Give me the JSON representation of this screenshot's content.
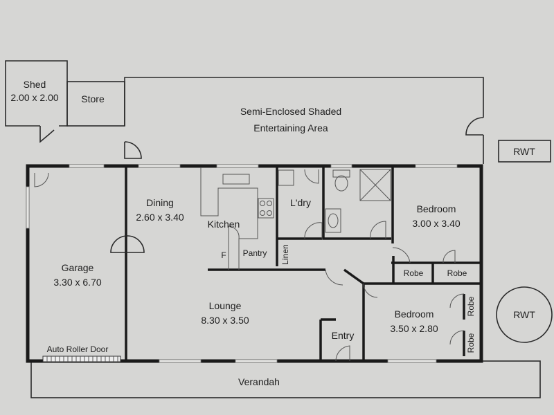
{
  "rooms": {
    "shed": {
      "name": "Shed",
      "size": "2.00 x 2.00"
    },
    "store": {
      "name": "Store"
    },
    "entertaining": {
      "line1": "Semi-Enclosed Shaded",
      "line2": "Entertaining Area"
    },
    "rwt_tank_rect": {
      "name": "RWT"
    },
    "rwt_tank_round": {
      "name": "RWT"
    },
    "garage": {
      "name": "Garage",
      "size": "3.30 x 6.70"
    },
    "auto_roller_door": {
      "name": "Auto Roller Door"
    },
    "dining": {
      "name": "Dining",
      "size": "2.60 x 3.40"
    },
    "kitchen": {
      "name": "Kitchen"
    },
    "fridge": {
      "name": "F"
    },
    "pantry": {
      "name": "Pantry"
    },
    "laundry": {
      "name": "L'dry"
    },
    "linen": {
      "name": "Linen"
    },
    "bedroom1": {
      "name": "Bedroom",
      "size": "3.00 x 3.40"
    },
    "robe1": {
      "name": "Robe"
    },
    "robe2": {
      "name": "Robe"
    },
    "lounge": {
      "name": "Lounge",
      "size": "8.30 x 3.50"
    },
    "bedroom2": {
      "name": "Bedroom",
      "size": "3.50 x 2.80"
    },
    "robe3": {
      "name": "Robe"
    },
    "robe4": {
      "name": "Robe"
    },
    "entry": {
      "name": "Entry"
    },
    "verandah": {
      "name": "Verandah"
    }
  }
}
